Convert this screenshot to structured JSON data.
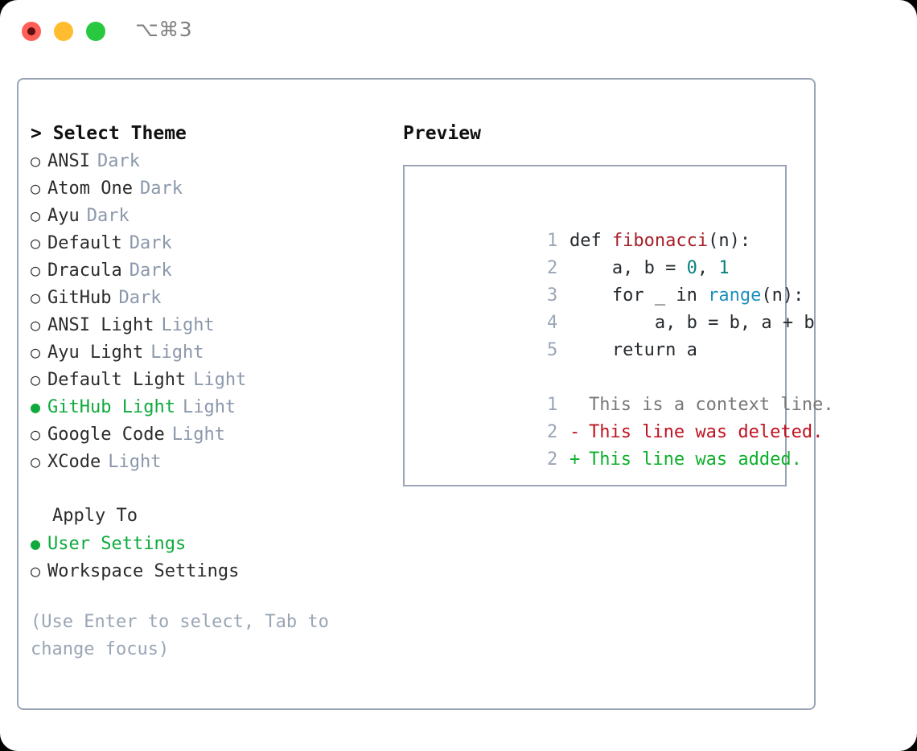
{
  "window": {
    "shortcut": "⌥⌘3",
    "traffic_lights": [
      {
        "name": "close",
        "color": "#ff5f57"
      },
      {
        "name": "minimize",
        "color": "#febc2e"
      },
      {
        "name": "maximize",
        "color": "#28c840"
      }
    ]
  },
  "left": {
    "heading_caret": ">",
    "heading": "Select Theme",
    "themes": [
      {
        "bullet": "○",
        "name": "ANSI",
        "kind": "Dark",
        "selected": false
      },
      {
        "bullet": "○",
        "name": "Atom One",
        "kind": "Dark",
        "selected": false
      },
      {
        "bullet": "○",
        "name": "Ayu",
        "kind": "Dark",
        "selected": false
      },
      {
        "bullet": "○",
        "name": "Default",
        "kind": "Dark",
        "selected": false
      },
      {
        "bullet": "○",
        "name": "Dracula",
        "kind": "Dark",
        "selected": false
      },
      {
        "bullet": "○",
        "name": "GitHub",
        "kind": "Dark",
        "selected": false
      },
      {
        "bullet": "○",
        "name": "ANSI Light",
        "kind": "Light",
        "selected": false
      },
      {
        "bullet": "○",
        "name": "Ayu Light",
        "kind": "Light",
        "selected": false
      },
      {
        "bullet": "○",
        "name": "Default Light",
        "kind": "Light",
        "selected": false
      },
      {
        "bullet": "●",
        "name": "GitHub Light",
        "kind": "Light",
        "selected": true
      },
      {
        "bullet": "○",
        "name": "Google Code",
        "kind": "Light",
        "selected": false
      },
      {
        "bullet": "○",
        "name": "XCode",
        "kind": "Light",
        "selected": false
      }
    ],
    "apply_to_label": "Apply To",
    "apply_options": [
      {
        "bullet": "●",
        "name": "User Settings",
        "selected": true
      },
      {
        "bullet": "○",
        "name": "Workspace Settings",
        "selected": false
      }
    ],
    "hint": "(Use Enter to select, Tab to change focus)"
  },
  "preview": {
    "title": "Preview",
    "code": [
      {
        "line_no": "1",
        "parts": [
          {
            "text": "def ",
            "style": "plain"
          },
          {
            "text": "fibonacci",
            "style": "fn"
          },
          {
            "text": "(n):",
            "style": "plain"
          }
        ]
      },
      {
        "line_no": "2",
        "parts": [
          {
            "text": "    a, b = ",
            "style": "plain"
          },
          {
            "text": "0",
            "style": "num"
          },
          {
            "text": ", ",
            "style": "plain"
          },
          {
            "text": "1",
            "style": "num"
          }
        ]
      },
      {
        "line_no": "3",
        "parts": [
          {
            "text": "    for _ in ",
            "style": "plain"
          },
          {
            "text": "range",
            "style": "call"
          },
          {
            "text": "(n):",
            "style": "plain"
          }
        ]
      },
      {
        "line_no": "4",
        "parts": [
          {
            "text": "        a, b = b, a + b",
            "style": "plain"
          }
        ]
      },
      {
        "line_no": "5",
        "parts": [
          {
            "text": "    return a",
            "style": "plain"
          }
        ]
      }
    ],
    "diff": [
      {
        "line_no": "1",
        "mark": " ",
        "text": "This is a context line.",
        "kind": "context"
      },
      {
        "line_no": "2",
        "mark": "-",
        "text": "This line was deleted.",
        "kind": "del"
      },
      {
        "line_no": "2",
        "mark": "+",
        "text": "This line was added.",
        "kind": "add"
      }
    ]
  },
  "colors": {
    "accent_green": "#0eaa3c",
    "muted_blue_gray": "#8b98ab",
    "border": "#9aa5b5",
    "syntax_function": "#a81e28",
    "syntax_number": "#0a8080",
    "syntax_call": "#1f8fc0",
    "diff_added": "#0db02b",
    "diff_deleted": "#c1121f",
    "diff_context": "#787878"
  }
}
